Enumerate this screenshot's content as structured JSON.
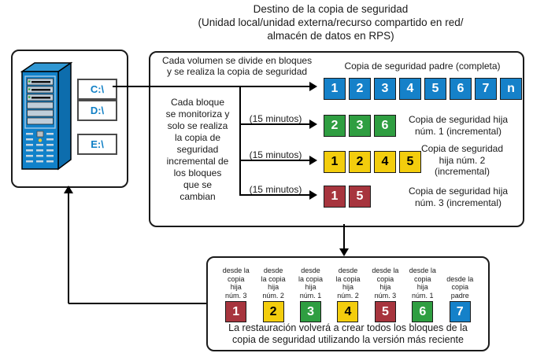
{
  "palette": {
    "parent_blue": "#1581C9",
    "child1_green": "#2F9E41",
    "child2_yellow": "#F3CD0D",
    "child3_red": "#A7353E",
    "drive_text_blue": "#0f7fc5",
    "line_black": "#000000"
  },
  "title": "Destino de la copia de seguridad\n(Unidad local/unidad externa/recurso compartido en red/\nalmacén de datos en RPS)",
  "server": {
    "drives": [
      "C:\\",
      "D:\\",
      "E:\\"
    ]
  },
  "process": {
    "top_text": "Cada volumen se divide en bloques\ny se realiza la copia de seguridad",
    "left_text": "Cada bloque\nse monitoriza y\nsolo se realiza\nla copia de\nseguridad\nincremental de\nlos bloques\nque se\ncambian",
    "interval_label": "(15 minutos)",
    "rows": [
      {
        "label": "Copia de seguridad padre (completa)",
        "blocks": [
          "1",
          "2",
          "3",
          "4",
          "5",
          "6",
          "7",
          "n"
        ]
      },
      {
        "label": "Copia de seguridad hija\nnúm. 1 (incremental)",
        "blocks": [
          "2",
          "3",
          "6"
        ]
      },
      {
        "label": "Copia de seguridad\nhija núm. 2\n(incremental)",
        "blocks": [
          "1",
          "2",
          "4",
          "5"
        ]
      },
      {
        "label": "Copia de seguridad hija\nnúm. 3 (incremental)",
        "blocks": [
          "1",
          "5"
        ]
      }
    ]
  },
  "restore": {
    "columns": [
      {
        "label": "desde la\ncopia\nhija\nnúm. 3",
        "block": "1"
      },
      {
        "label": "desde\nla copia\nhija\nnúm. 2",
        "block": "2"
      },
      {
        "label": "desde\nla copia\nhija\nnúm. 1",
        "block": "3"
      },
      {
        "label": "desde\nla copia\nhija\nnúm. 2",
        "block": "4"
      },
      {
        "label": "desde la\ncopia\nhija\nnúm. 3",
        "block": "5"
      },
      {
        "label": "desde la\ncopia\nhija\nnúm. 1",
        "block": "6"
      },
      {
        "label": "desde la\ncopia\npadre",
        "block": "7"
      }
    ],
    "caption": "La restauración volverá a crear todos los bloques de la\ncopia de seguridad utilizando la versión más reciente"
  }
}
